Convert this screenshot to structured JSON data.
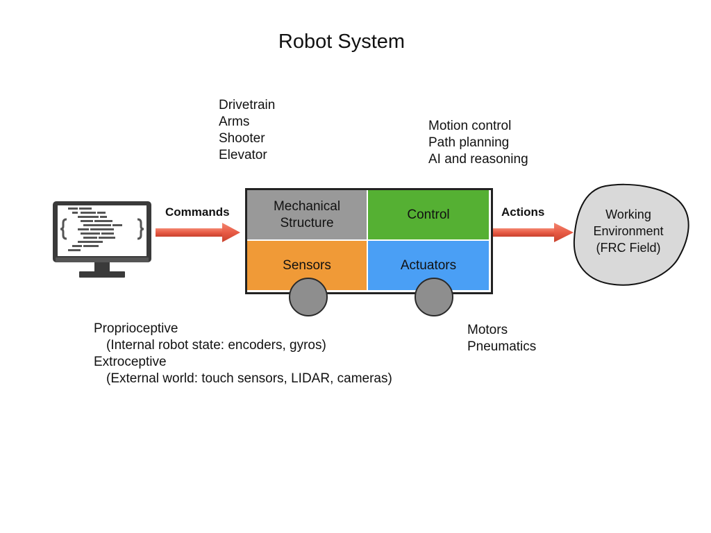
{
  "title": "Robot System",
  "mechanisms": [
    "Drivetrain",
    "Arms",
    "Shooter",
    "Elevator"
  ],
  "control_tasks": [
    "Motion control",
    "Path planning",
    "AI and reasoning"
  ],
  "commands_label": "Commands",
  "actions_label": "Actions",
  "robot": {
    "mechanical_line1": "Mechanical",
    "mechanical_line2": "Structure",
    "control": "Control",
    "sensors": "Sensors",
    "actuators": "Actuators"
  },
  "environment": {
    "line1": "Working",
    "line2": "Environment",
    "line3": "(FRC Field)"
  },
  "sensor_types": {
    "proprio": "Proprioceptive",
    "proprio_desc": "(Internal robot state: encoders, gyros)",
    "extero": "Extroceptive",
    "extero_desc": "(External world: touch sensors, LIDAR, cameras)"
  },
  "actuator_types": [
    "Motors",
    "Pneumatics"
  ],
  "colors": {
    "mechanical": "#999999",
    "control": "#55b033",
    "sensors": "#f09a37",
    "actuators": "#4a9ff5",
    "arrow": "#e85b45",
    "environment": "#d9d9d9",
    "wheel": "#8e8e8e"
  },
  "icons": {
    "computer": "computer-code-icon"
  }
}
